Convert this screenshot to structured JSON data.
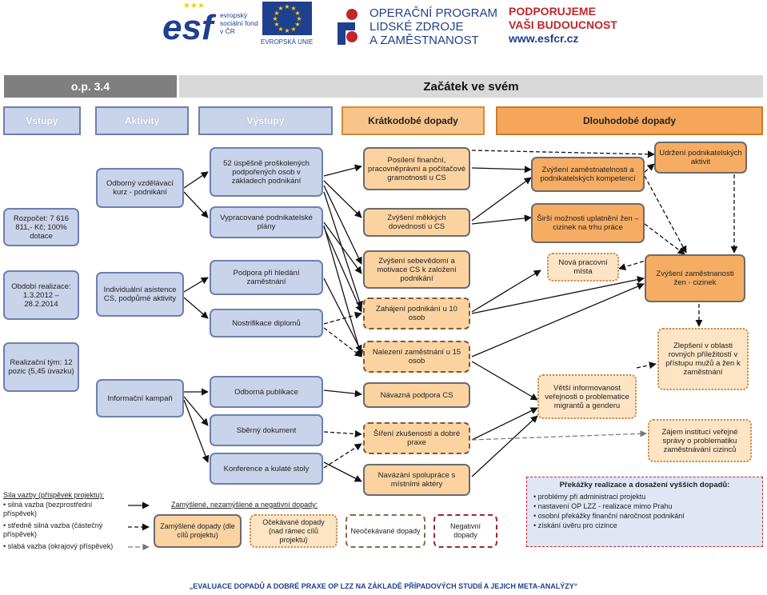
{
  "header": {
    "esf_logo_text": "esf",
    "esf_subtitle": "evropský sociální fond v ČR",
    "eu_label": "EVROPSKÁ UNIE",
    "op_line1": "OPERAČNÍ PROGRAM",
    "op_line2": "LIDSKÉ ZDROJE",
    "op_line3": "A ZAMĚSTNANOST",
    "support_line1": "PODPORUJEME",
    "support_line2": "VAŠI BUDOUCNOST",
    "support_url": "www.esfcr.cz"
  },
  "banner": {
    "left": "o.p. 3.4",
    "right": "Začátek ve svém"
  },
  "columns": {
    "inputs": "Vstupy",
    "activities": "Aktivity",
    "outputs": "Výstupy",
    "short": "Krátkodobé dopady",
    "long": "Dlouhodobé dopady"
  },
  "inputs": [
    "Rozpočet: 7 616 811,- Kč; 100% dotace",
    "Období realizace: 1.3.2012 – 28.2.2014",
    "Realizační tým: 12 pozic (5,45 úvazku)"
  ],
  "activities": [
    "Odborný vzdělávací kurz - podnikání",
    "Individuální asistence CS, podpůrné aktivity",
    "Informační kampaň"
  ],
  "outputs": [
    "52 úspěšně proškolených podpořených osob v základech podnikání",
    "Vypracované podnikatelské plány",
    "Podpora při hledání zaměstnání",
    "Nostrifikace diplomů",
    "Odborná publikace",
    "Sběrný dokument",
    "Konference a kulaté stoly"
  ],
  "short_term": [
    "Posílení finanční, pracovněprávní a počítačové gramotnosti u CS",
    "Zvýšení měkkých dovedností u CS",
    "Zvýšení sebevědomí a motivace CS k založení podnikání",
    "Zahájení podnikání u 10 osob",
    "Nalezení zaměstnání u 15 osob",
    "Návazná podpora CS",
    "Šíření zkušeností a dobré praxe",
    "Navázání spolupráce s místními aktéry"
  ],
  "mid_term": [
    "Zvýšení zaměstnatelnosti a podnikatelských kompetencí",
    "Širší možnosti uplatnění žen – cizinek na trhu práce",
    "Nová pracovní místa",
    "Větší informovanost veřejnosti o problematice migrantů a genderu"
  ],
  "long_term": [
    "Udržení podnikatelských aktivit",
    "Zvýšení zaměstnanosti žen - cizinek",
    "Zlepšení v oblasti rovných příležitostí v přístupu mužů a žen k zaměstnání",
    "Zájem institucí veřejné správy o problematiku zaměstnávání cizinců"
  ],
  "legend": {
    "title": "Síla vazby (příspěvek projektu):",
    "strong": "• silná vazba (bezprostřední příspěvek)",
    "medium": "• středně silná vazba (částečný příspěvek)",
    "weak": "• slabá vazba (okrajový příspěvek)",
    "impacts_title": "Zamýšlené, nezamýšlené a negativní dopady:",
    "intended": "Zamýšlené dopady (dle cílů projektu)",
    "expected": "Očekávané dopady (nad rámec cílů projektu)",
    "unexpected": "Neočekávané dopady",
    "negative": "Negativní dopady"
  },
  "barriers": {
    "title": "Překážky realizace a dosažení vyšších dopadů:",
    "items": [
      "• problémy při administraci projektu",
      "• nastavení OP LZZ  - realizace mimo Prahu",
      "• osobní překážky finanční náročnost podnikání",
      "• získání úvěru pro cizince"
    ]
  },
  "footer": "„EVALUACE DOPADŮ A DOBRÉ PRAXE OP LZZ NA ZÁKLADĚ PŘÍPADOVÝCH STUDIÍ A JEJICH META-ANALÝZY“",
  "colors": {
    "blue": "#c9d3ea",
    "orange": "#fbd3a1",
    "dark_orange": "#f6ad63",
    "red": "#c0262d",
    "navy": "#1f3f8f"
  }
}
